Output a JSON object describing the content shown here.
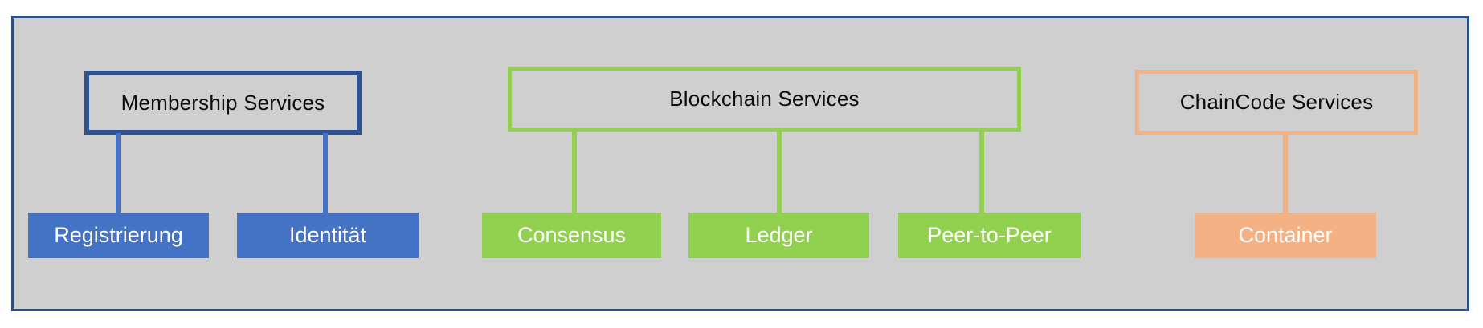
{
  "colors": {
    "page_background": "#ffffff",
    "diagram_background": "#d0cfcf",
    "frame_border": "#2d4f87",
    "membership_border": "#2e5291",
    "membership_fill": "#4472c4",
    "blockchain_accent": "#92d050",
    "chaincode_accent": "#f4b183",
    "header_text": "#0d0d0d",
    "child_text": "#ffffff"
  },
  "groups": [
    {
      "title": "Membership Services",
      "children": [
        "Registrierung",
        "Identität"
      ]
    },
    {
      "title": "Blockchain Services",
      "children": [
        "Consensus",
        "Ledger",
        "Peer-to-Peer"
      ]
    },
    {
      "title": "ChainCode Services",
      "children": [
        "Container"
      ]
    }
  ]
}
